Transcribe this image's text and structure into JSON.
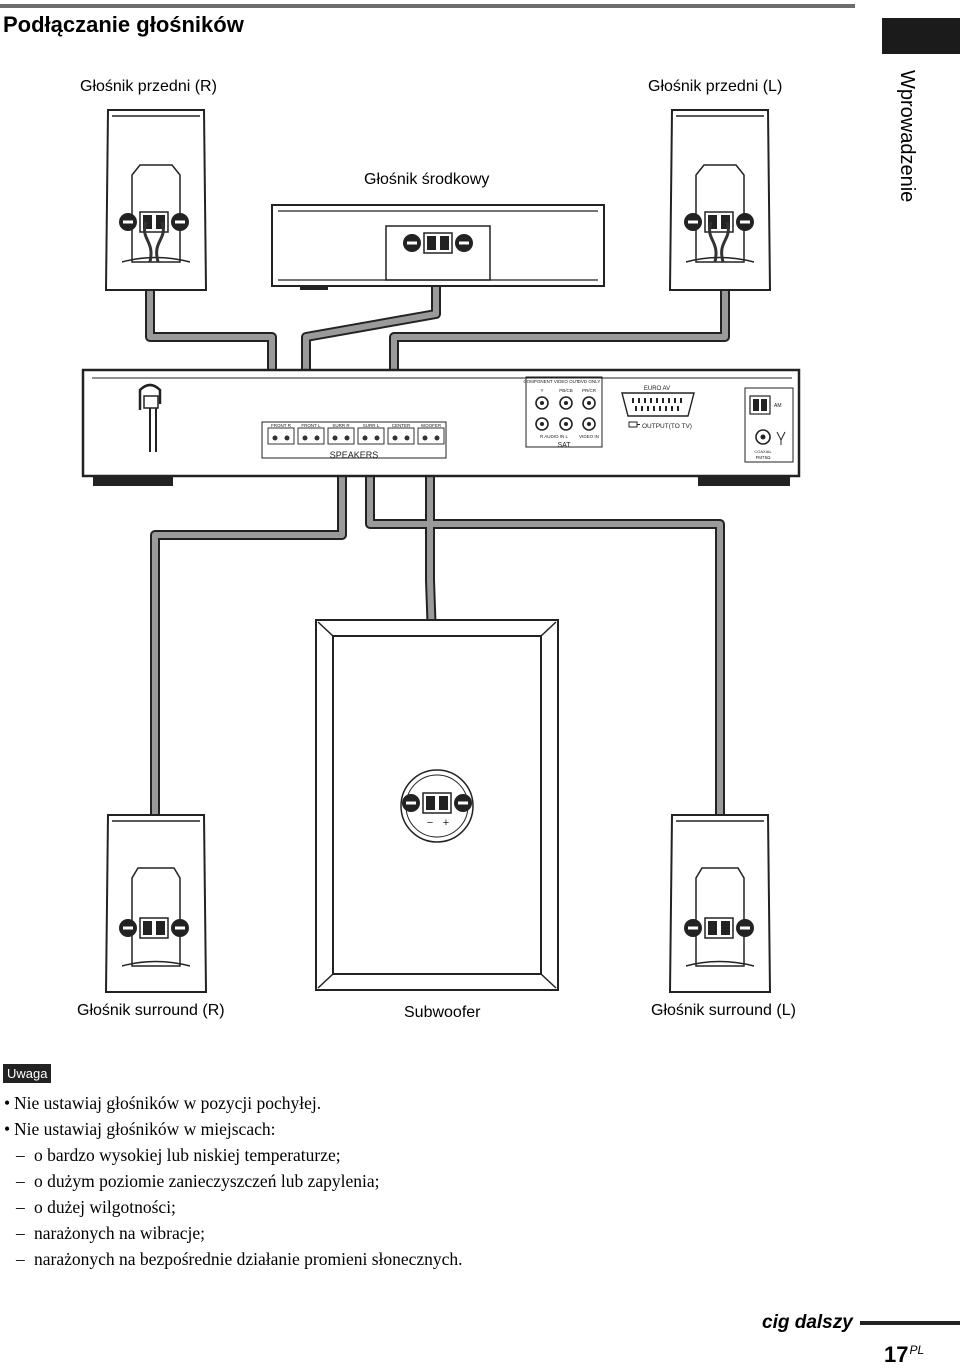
{
  "page": {
    "title": "Podłączanie głośników",
    "section_tab": "Wprowadzenie",
    "continue_label": "cig dalszy",
    "page_number": "17",
    "page_suffix": "PL"
  },
  "speakers": {
    "front_right": "Głośnik przedni (R)",
    "front_left": "Głośnik przedni (L)",
    "center": "Głośnik środkowy",
    "surround_right": "Głośnik surround (R)",
    "surround_left": "Głośnik surround (L)",
    "subwoofer": "Subwoofer"
  },
  "panel": {
    "component_video_out": "COMPONENT VIDEO OUT",
    "dvd_only": "DVD ONLY",
    "y_label": "Y",
    "pb_label": "PB/CB",
    "pr_label": "PR/CR",
    "euro_av": "EURO AV",
    "output_to_tv": "OUTPUT(TO TV)",
    "audio_in": "R  AUDIO IN  L",
    "video_in": "VIDEO IN",
    "sat": "SAT",
    "am": "AM",
    "coaxial": "COAXIAL",
    "fm": "FM75Ω",
    "speakers": "SPEAKERS",
    "terminals": [
      "FRONT R",
      "FRONT L",
      "SURR R",
      "SURR L",
      "CENTER",
      "WOOFER"
    ],
    "sub_minus": "−",
    "sub_plus": "+"
  },
  "note": {
    "badge": "Uwaga",
    "bullet1": "Nie ustawiaj głośników w pozycji pochyłej.",
    "bullet2": "Nie ustawiaj głośników w miejscach:",
    "dashes": [
      "o bardzo wysokiej lub niskiej temperaturze;",
      "o dużym poziomie zanieczyszczeń lub zapylenia;",
      "o dużej wilgotności;",
      "narażonych na wibracje;",
      "narażonych na bezpośrednie działanie promieni słonecznych."
    ]
  }
}
